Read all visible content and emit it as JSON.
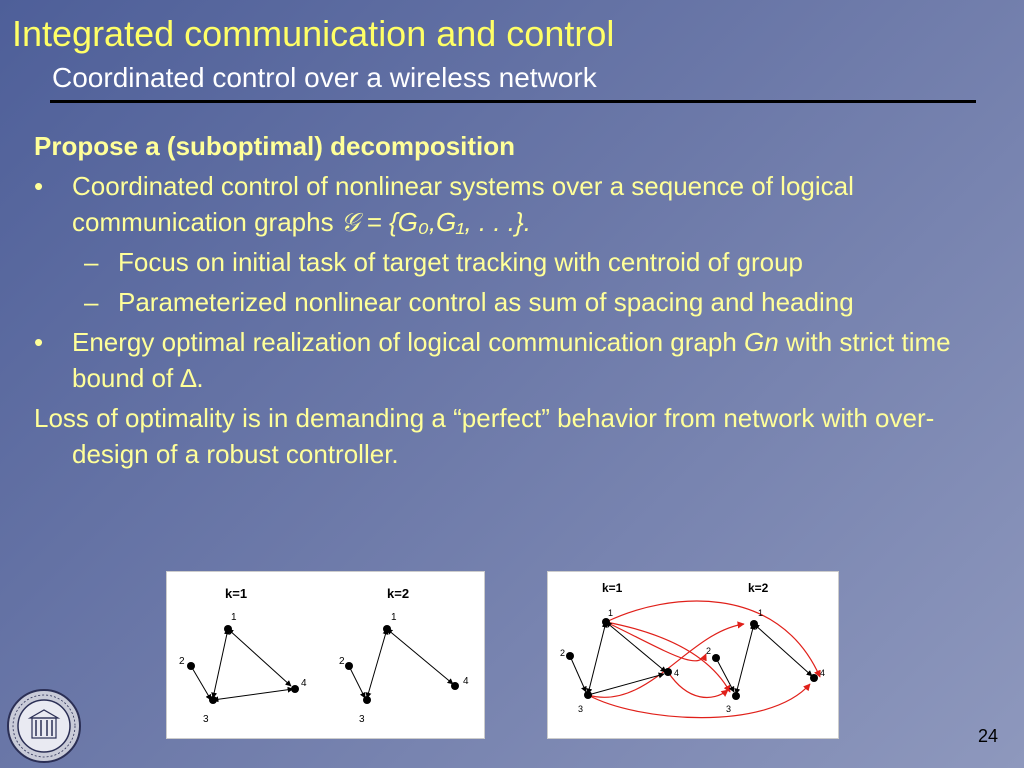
{
  "slide": {
    "title": "Integrated communication and control",
    "subtitle": "Coordinated control over a wireless network",
    "heading": "Propose a (suboptimal) decomposition",
    "bullet1_text": "Coordinated control of nonlinear systems over a sequence of logical communication graphs ",
    "bullet1_math": "𝒢 = {G₀,G₁, . . .}.",
    "sub1": "Focus on initial task of target tracking with centroid of group",
    "sub2": "Parameterized nonlinear control as sum of spacing and heading",
    "bullet2_text": "Energy optimal realization of logical communication graph ",
    "bullet2_math": "Gn",
    "bullet2_text2": " with strict time bound of ",
    "bullet2_delta": "∆.",
    "para": "Loss of optimality is in demanding a “perfect” behavior from network with over-design of a robust controller.",
    "page_number": "24",
    "bullet_symbol": "•",
    "dash_symbol": "–"
  },
  "figures": {
    "left": {
      "k1_label": "k=1",
      "k2_label": "k=2",
      "nodes": [
        "1",
        "2",
        "3",
        "4"
      ]
    },
    "right": {
      "k1_label": "k=1",
      "k2_label": "k=2",
      "nodes": [
        "1",
        "2",
        "3",
        "4"
      ]
    }
  },
  "colors": {
    "title": "#ffff66",
    "body": "#ffff99",
    "edge_red": "#e0201a"
  }
}
